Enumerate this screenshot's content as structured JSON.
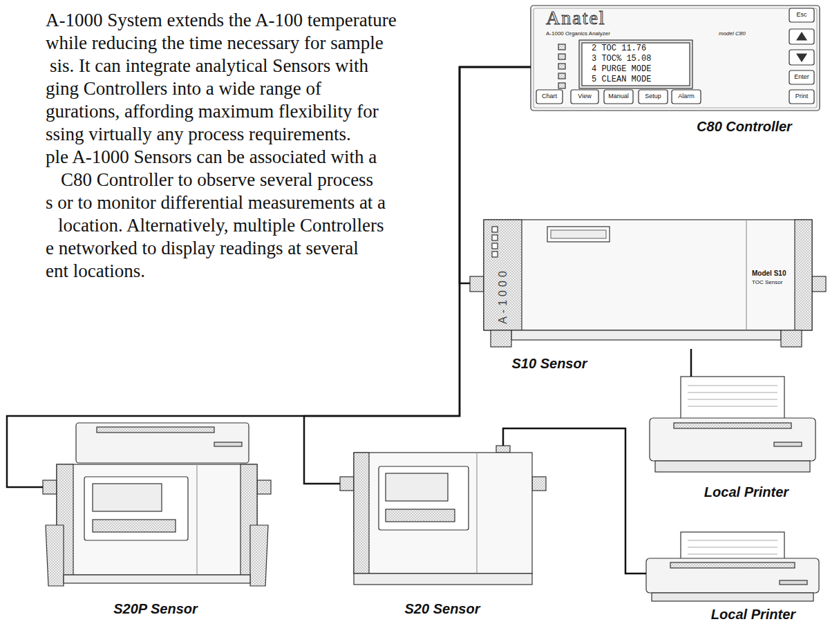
{
  "diagram": {
    "nodes": [
      {
        "text": [
          "C80 Controller"
        ]
      },
      {
        "text": [
          "S10 Sensor"
        ]
      },
      {
        "text": [
          "Local Printer"
        ]
      },
      {
        "text": [
          "S20P Sensor"
        ]
      },
      {
        "text": [
          "S20 Sensor"
        ]
      },
      {
        "text": [
          "Local Printer"
        ]
      }
    ],
    "edges": [
      {
        "from": 0,
        "to": 1,
        "arrow": "none"
      },
      {
        "from": 0,
        "to": 3,
        "arrow": "none"
      },
      {
        "from": 0,
        "to": 4,
        "arrow": "none"
      },
      {
        "from": 1,
        "to": 2,
        "arrow": "none"
      },
      {
        "from": 4,
        "to": 5,
        "arrow": "none"
      }
    ],
    "labels": [
      "A-1000 System extends the A-100 temperature",
      "while reducing the time necessary for sample",
      "sis. It can integrate analytical Sensors with",
      "ging Controllers into a wide range of",
      "gurations, affording maximum flexibility for",
      "ssing virtually any process requirements.",
      "ple A-1000 Sensors can be associated with a",
      "C80 Controller to observe several process",
      "s or to monitor differential measurements at a",
      "location. Alternatively, multiple Controllers",
      "e networked to display readings at several",
      "ent locations.",
      "Anatel",
      "A-1000 Organics Analyzer",
      "model C80",
      "2 TOC 11.76",
      "3 TOC% 15.08",
      "4 PURGE MODE",
      "5 CLEAN MODE",
      "Esc",
      "Enter",
      "Print",
      "Chart",
      "View",
      "Manual",
      "Setup",
      "Alarm",
      "A-1000",
      "Model S10",
      "TOC Sensor"
    ]
  }
}
